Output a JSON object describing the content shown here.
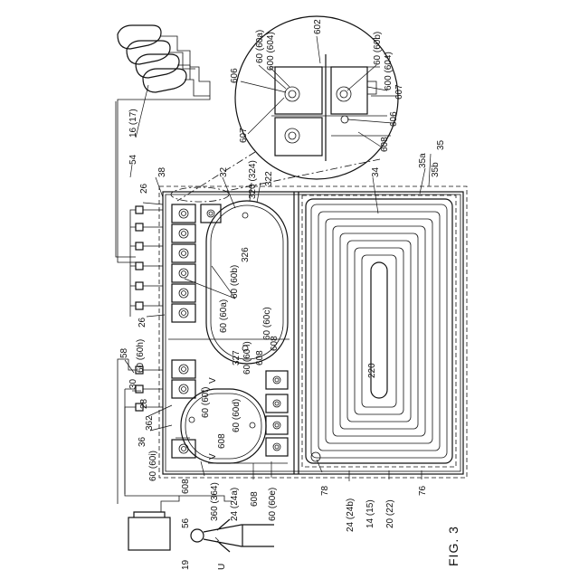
{
  "figure": {
    "label": "FIG. 3"
  },
  "labels": {
    "l1617": "16 (17)",
    "l54": "54",
    "l38": "38",
    "l26a": "26",
    "l26b": "26",
    "l32": "32",
    "l320": "320 (324)",
    "l322": "322",
    "l34": "34",
    "l35": "35",
    "l35a": "35a",
    "l35b": "35b",
    "l326": "326",
    "l60b": "60 (60b)",
    "l60a": "60 (60a)",
    "l60c": "60 (60c)",
    "l608a": "608",
    "l327": "327",
    "l60l": "60 (60 l)",
    "l608b": "608",
    "l58": "58",
    "l60h": "60 (60h)",
    "l30": "30",
    "l28": "28",
    "l60f": "60 (60f)",
    "l60d": "60 (60d)",
    "l362": "362",
    "l36": "36",
    "l608c": "608",
    "l60i": "60 (60i)",
    "l608d": "608",
    "l56": "56",
    "l19": "19",
    "lU": "U",
    "l360": "360 (364)",
    "l24a": "24 (24a)",
    "l608e": "608",
    "l60e": "60 (60e)",
    "l220": "220",
    "l78": "78",
    "l24b": "24 (24b)",
    "l1415": "14 (15)",
    "l2022": "20 (22)",
    "l76": "76",
    "lV1": "V",
    "lV2": "V",
    "z60a": "60 (60a)",
    "z600a": "600 (604)",
    "z602": "602",
    "z60b": "60 (60b)",
    "z600b": "600 (604)",
    "z606a": "606",
    "z607a": "607",
    "z607b": "607",
    "z606b": "606",
    "z608": "608"
  }
}
